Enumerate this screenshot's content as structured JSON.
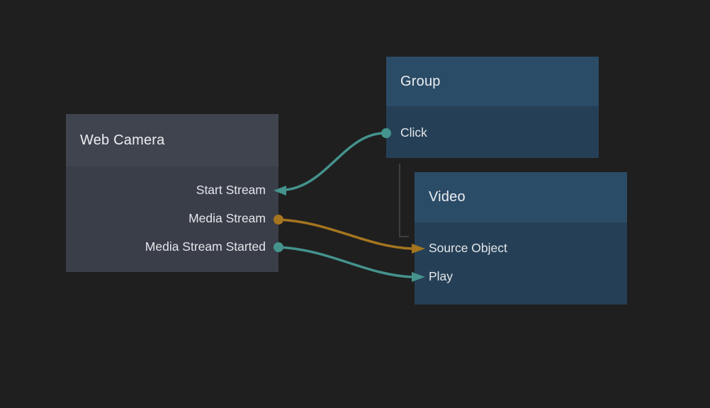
{
  "canvas": {
    "background": "#1f1f1f"
  },
  "palette": {
    "teal": "#44938d",
    "orange": "#a5751f",
    "connector_gray": "#3e3e3e",
    "node_gray_header": "#40444f",
    "node_gray_body": "#3a3e49",
    "node_blue_header": "#2b4c67",
    "node_blue_body": "#254056",
    "text": "#e6e8ea"
  },
  "nodes": {
    "web_camera": {
      "title": "Web Camera",
      "ports": [
        {
          "label": "Start Stream",
          "connector": "arrow-input",
          "color_name": "teal"
        },
        {
          "label": "Media Stream",
          "connector": "dot-output",
          "color_name": "orange"
        },
        {
          "label": "Media Stream Started",
          "connector": "dot-output",
          "color_name": "teal"
        }
      ]
    },
    "group": {
      "title": "Group",
      "ports": [
        {
          "label": "Click",
          "connector": "dot-output",
          "color_name": "teal"
        }
      ]
    },
    "video": {
      "title": "Video",
      "ports": [
        {
          "label": "Source Object",
          "connector": "arrow-input",
          "color_name": "orange"
        },
        {
          "label": "Play",
          "connector": "arrow-input",
          "color_name": "teal"
        }
      ]
    }
  },
  "wires": [
    {
      "from": "Group / Click",
      "to": "Web Camera / Start Stream",
      "color_name": "teal"
    },
    {
      "from": "Web Camera / Media Stream",
      "to": "Video / Source Object",
      "color_name": "orange"
    },
    {
      "from": "Web Camera / Media Stream Started",
      "to": "Video / Play",
      "color_name": "teal"
    },
    {
      "from": "Group",
      "to": "Video",
      "color_name": "connector_gray",
      "style": "elbow"
    }
  ]
}
